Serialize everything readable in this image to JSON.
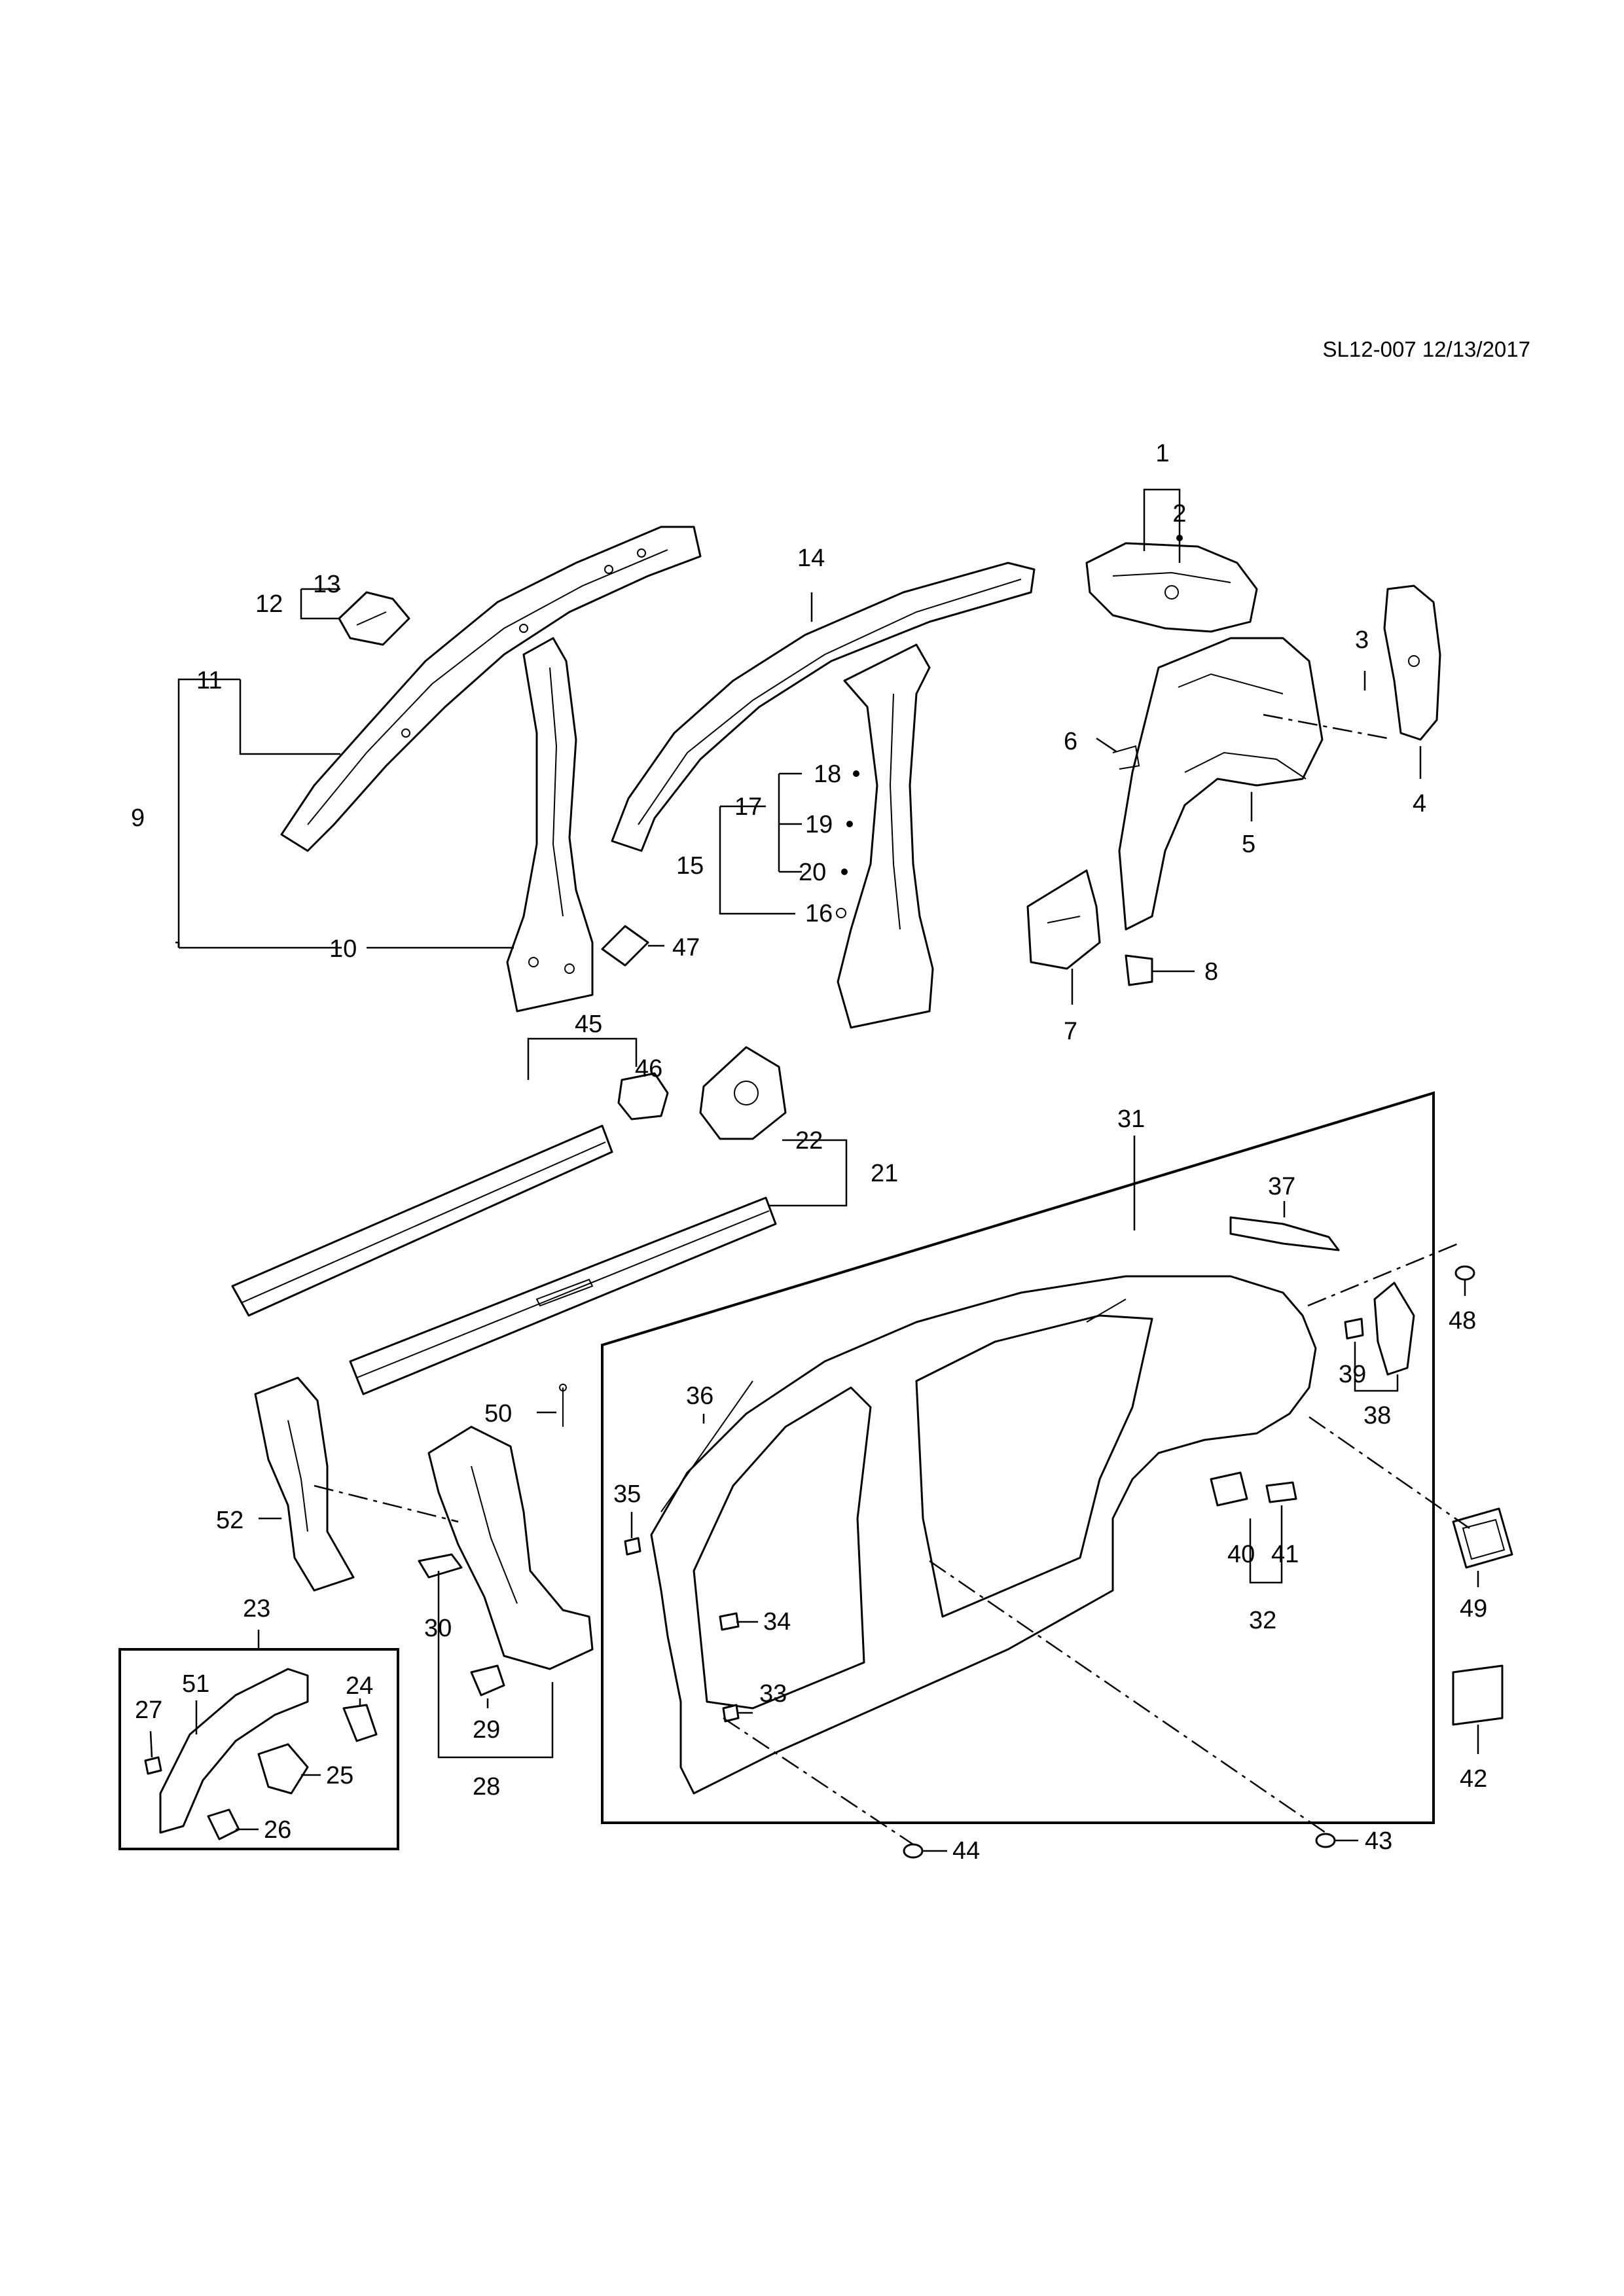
{
  "header": {
    "sheet_id": "SL12-007 12/13/2017"
  },
  "callouts": {
    "c1": "1",
    "c2": "2",
    "c3": "3",
    "c4": "4",
    "c5": "5",
    "c6": "6",
    "c7": "7",
    "c8": "8",
    "c9": "9",
    "c10": "10",
    "c11": "11",
    "c12": "12",
    "c13": "13",
    "c14": "14",
    "c15": "15",
    "c16": "16",
    "c17": "17",
    "c18": "18",
    "c19": "19",
    "c20": "20",
    "c21": "21",
    "c22": "22",
    "c23": "23",
    "c24": "24",
    "c25": "25",
    "c26": "26",
    "c27": "27",
    "c28": "28",
    "c29": "29",
    "c30": "30",
    "c31": "31",
    "c32": "32",
    "c33": "33",
    "c34": "34",
    "c35": "35",
    "c36": "36",
    "c37": "37",
    "c38": "38",
    "c39": "39",
    "c40": "40",
    "c41": "41",
    "c42": "42",
    "c43": "43",
    "c44": "44",
    "c45": "45",
    "c46": "46",
    "c47": "47",
    "c48": "48",
    "c49": "49",
    "c50": "50",
    "c51": "51",
    "c52": "52"
  }
}
